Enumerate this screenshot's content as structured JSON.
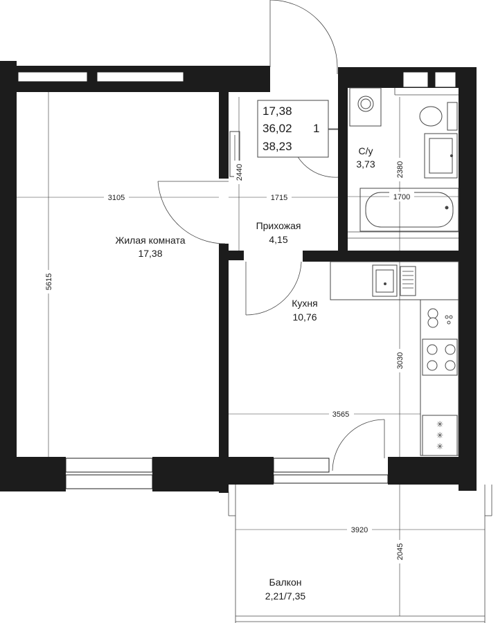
{
  "area_summary": {
    "living_area": "17,38",
    "total_area": "36,02",
    "total_with_balcony": "38,23",
    "rooms_count": "1"
  },
  "rooms": {
    "living_room": {
      "name": "Жилая комната",
      "area": "17,38"
    },
    "hallway": {
      "name": "Прихожая",
      "area": "4,15"
    },
    "bathroom": {
      "name": "С/у",
      "area": "3,73"
    },
    "kitchen": {
      "name": "Кухня",
      "area": "10,76"
    },
    "balcony": {
      "name": "Балкон",
      "area": "2,21/7,35"
    }
  },
  "dimensions": {
    "living_width": "3105",
    "living_height": "5615",
    "hall_width": "1715",
    "hall_height": "2440",
    "bath_height": "2380",
    "bath_width": "1700",
    "kitchen_height": "3030",
    "kitchen_width": "3565",
    "balcony_width": "3920",
    "balcony_depth": "2045"
  },
  "colors": {
    "wall": "#1c1c1c",
    "line": "#444444"
  }
}
